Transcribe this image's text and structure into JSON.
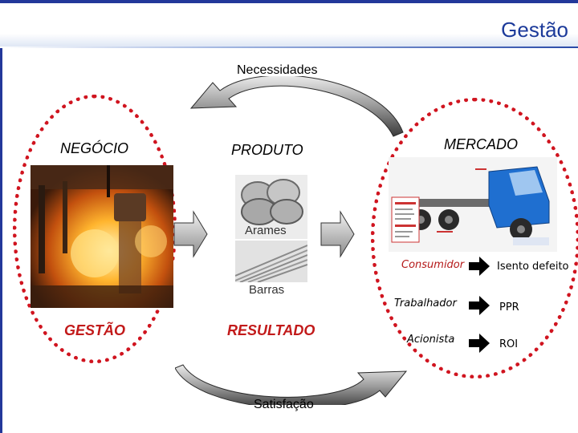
{
  "header": {
    "title": "Gestão"
  },
  "cycle": {
    "top_label": "Necessidades",
    "bottom_label": "Satisfação"
  },
  "left": {
    "top_label": "NEGÓCIO",
    "bottom_label": "GESTÃO"
  },
  "middle": {
    "top_label": "PRODUTO",
    "bottom_label": "RESULTADO",
    "photo_labels": [
      "Arames",
      "Barras"
    ]
  },
  "right": {
    "top_label": "MERCADO",
    "rows": [
      {
        "stakeholder": "Consumidor",
        "outcome": "Isento defeito"
      },
      {
        "stakeholder": "Trabalhador",
        "outcome": "PPR"
      },
      {
        "stakeholder": "Acionista",
        "outcome": "ROI"
      }
    ]
  },
  "colors": {
    "accent_blue": "#1c3a9a",
    "ellipse_red": "#d0141f",
    "label_red": "#c21a1a"
  }
}
